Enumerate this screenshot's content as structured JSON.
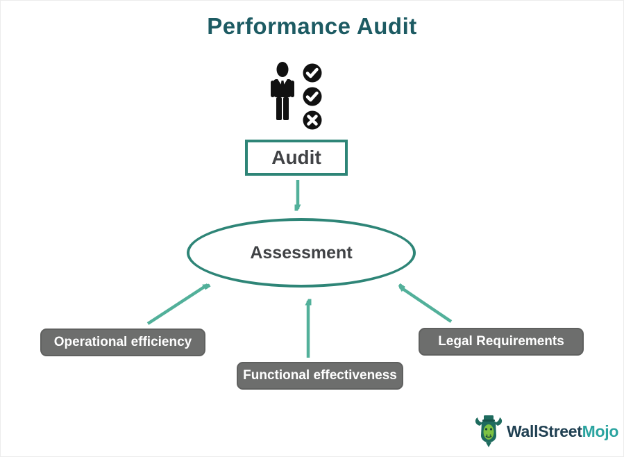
{
  "title": "Performance Audit",
  "diagram": {
    "audit_label": "Audit",
    "assessment_label": "Assessment",
    "factors": [
      {
        "label": "Operational efficiency"
      },
      {
        "label": "Functional effectiveness"
      },
      {
        "label": "Legal Requirements"
      }
    ]
  },
  "icons": {
    "auditor": "auditor-checklist-icon",
    "check_1": "check-circle-icon",
    "check_2": "check-circle-icon",
    "cross": "cross-circle-icon",
    "logo_bull": "wallstreetmojo-bull-icon"
  },
  "logo": {
    "part1": "WallStreet",
    "part2": "Mojo"
  },
  "colors": {
    "title_teal": "#1d5b63",
    "border_teal": "#2e8577",
    "arrow_teal": "#52b09a",
    "factor_gray": "#6d6e6d",
    "dark_text": "#404245",
    "logo_dark": "#204052",
    "logo_teal": "#2ba4a0",
    "logo_green": "#7dc242",
    "icon_black": "#111111"
  }
}
